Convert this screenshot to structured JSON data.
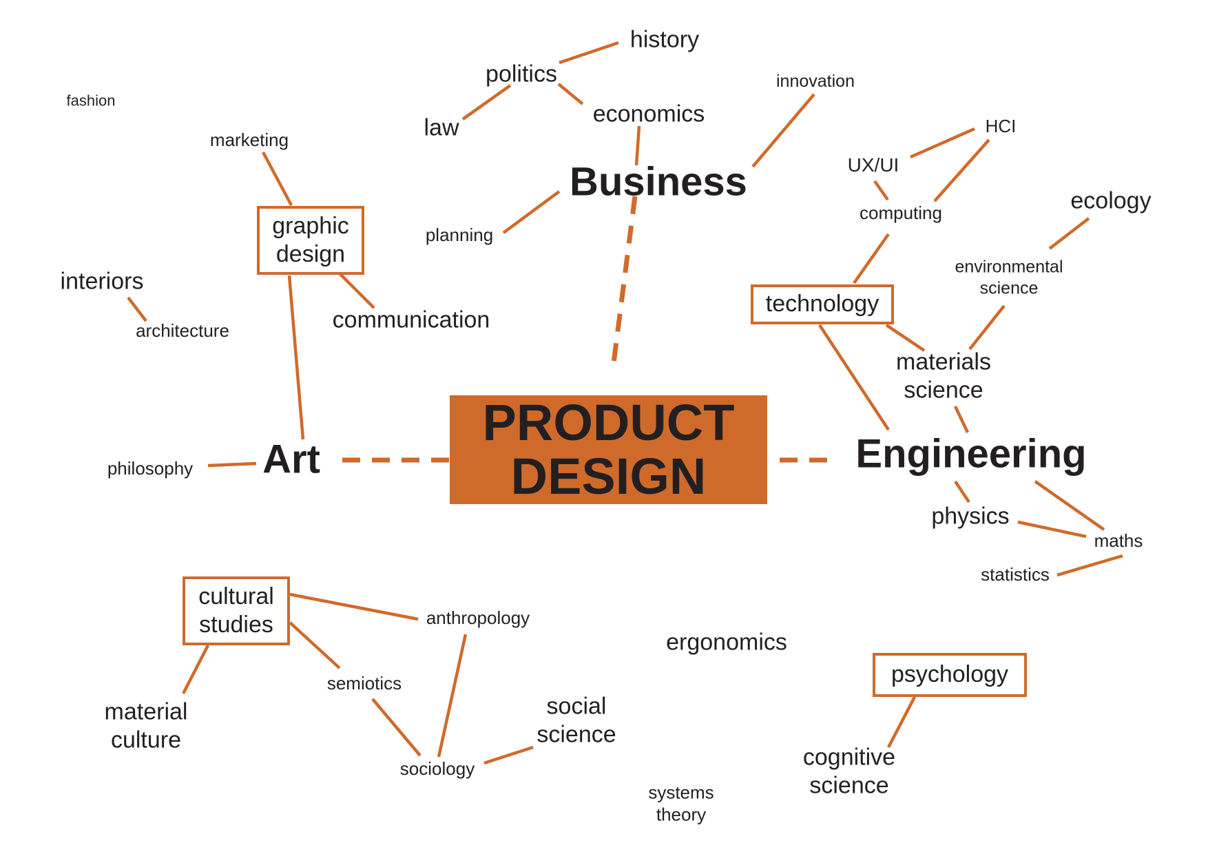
{
  "diagram": {
    "center": "PRODUCT\nDESIGN",
    "accent_color": "#d06a2a",
    "text_color": "#231f20",
    "nodes": [
      {
        "id": "art",
        "text": "Art",
        "kind": "major"
      },
      {
        "id": "business",
        "text": "Business",
        "kind": "major"
      },
      {
        "id": "engineering",
        "text": "Engineering",
        "kind": "major"
      },
      {
        "id": "history",
        "text": "history",
        "kind": "plain"
      },
      {
        "id": "politics",
        "text": "politics",
        "kind": "plain"
      },
      {
        "id": "law",
        "text": "law",
        "kind": "plain"
      },
      {
        "id": "economics",
        "text": "economics",
        "kind": "plain"
      },
      {
        "id": "innovation",
        "text": "innovation",
        "kind": "plain"
      },
      {
        "id": "planning",
        "text": "planning",
        "kind": "plain"
      },
      {
        "id": "fashion",
        "text": "fashion",
        "kind": "plain"
      },
      {
        "id": "marketing",
        "text": "marketing",
        "kind": "plain"
      },
      {
        "id": "graphic_design",
        "text": "graphic\ndesign",
        "kind": "boxed"
      },
      {
        "id": "interiors",
        "text": "interiors",
        "kind": "plain"
      },
      {
        "id": "architecture",
        "text": "architecture",
        "kind": "plain"
      },
      {
        "id": "communication",
        "text": "communication",
        "kind": "plain"
      },
      {
        "id": "philosophy",
        "text": "philosophy",
        "kind": "plain"
      },
      {
        "id": "hci",
        "text": "HCI",
        "kind": "plain"
      },
      {
        "id": "uxui",
        "text": "UX/UI",
        "kind": "plain"
      },
      {
        "id": "computing",
        "text": "computing",
        "kind": "plain"
      },
      {
        "id": "ecology",
        "text": "ecology",
        "kind": "plain"
      },
      {
        "id": "environmental_science",
        "text": "environmental\nscience",
        "kind": "plain"
      },
      {
        "id": "technology",
        "text": "technology",
        "kind": "boxed"
      },
      {
        "id": "materials_science",
        "text": "materials\nscience",
        "kind": "plain"
      },
      {
        "id": "physics",
        "text": "physics",
        "kind": "plain"
      },
      {
        "id": "maths",
        "text": "maths",
        "kind": "plain"
      },
      {
        "id": "statistics",
        "text": "statistics",
        "kind": "plain"
      },
      {
        "id": "cultural_studies",
        "text": "cultural\nstudies",
        "kind": "boxed"
      },
      {
        "id": "anthropology",
        "text": "anthropology",
        "kind": "plain"
      },
      {
        "id": "semiotics",
        "text": "semiotics",
        "kind": "plain"
      },
      {
        "id": "sociology",
        "text": "sociology",
        "kind": "plain"
      },
      {
        "id": "social_science",
        "text": "social\nscience",
        "kind": "plain"
      },
      {
        "id": "material_culture",
        "text": "material\nculture",
        "kind": "plain"
      },
      {
        "id": "ergonomics",
        "text": "ergonomics",
        "kind": "plain"
      },
      {
        "id": "systems_theory",
        "text": "systems\ntheory",
        "kind": "plain"
      },
      {
        "id": "psychology",
        "text": "psychology",
        "kind": "boxed"
      },
      {
        "id": "cognitive_science",
        "text": "cognitive\nscience",
        "kind": "plain"
      }
    ],
    "links": [
      {
        "from": "center",
        "to": "art",
        "style": "dashed"
      },
      {
        "from": "center",
        "to": "business",
        "style": "dashed"
      },
      {
        "from": "center",
        "to": "engineering",
        "style": "dashed"
      },
      {
        "from": "politics",
        "to": "history",
        "style": "solid"
      },
      {
        "from": "politics",
        "to": "law",
        "style": "solid"
      },
      {
        "from": "politics",
        "to": "economics",
        "style": "solid"
      },
      {
        "from": "economics",
        "to": "business",
        "style": "solid"
      },
      {
        "from": "business",
        "to": "innovation",
        "style": "solid"
      },
      {
        "from": "business",
        "to": "planning",
        "style": "solid"
      },
      {
        "from": "marketing",
        "to": "graphic_design",
        "style": "solid"
      },
      {
        "from": "graphic_design",
        "to": "communication",
        "style": "solid"
      },
      {
        "from": "graphic_design",
        "to": "art",
        "style": "solid"
      },
      {
        "from": "interiors",
        "to": "architecture",
        "style": "solid"
      },
      {
        "from": "philosophy",
        "to": "art",
        "style": "solid"
      },
      {
        "from": "uxui",
        "to": "hci",
        "style": "solid"
      },
      {
        "from": "hci",
        "to": "computing",
        "style": "solid"
      },
      {
        "from": "uxui",
        "to": "computing",
        "style": "solid"
      },
      {
        "from": "computing",
        "to": "technology",
        "style": "solid"
      },
      {
        "from": "ecology",
        "to": "environmental_science",
        "style": "solid"
      },
      {
        "from": "environmental_science",
        "to": "materials_science",
        "style": "solid"
      },
      {
        "from": "technology",
        "to": "materials_science",
        "style": "solid"
      },
      {
        "from": "technology",
        "to": "engineering",
        "style": "solid"
      },
      {
        "from": "materials_science",
        "to": "engineering",
        "style": "solid"
      },
      {
        "from": "engineering",
        "to": "physics",
        "style": "solid"
      },
      {
        "from": "engineering",
        "to": "maths",
        "style": "solid"
      },
      {
        "from": "physics",
        "to": "maths",
        "style": "solid"
      },
      {
        "from": "maths",
        "to": "statistics",
        "style": "solid"
      },
      {
        "from": "cultural_studies",
        "to": "anthropology",
        "style": "solid"
      },
      {
        "from": "cultural_studies",
        "to": "semiotics",
        "style": "solid"
      },
      {
        "from": "cultural_studies",
        "to": "material_culture",
        "style": "solid"
      },
      {
        "from": "semiotics",
        "to": "sociology",
        "style": "solid"
      },
      {
        "from": "anthropology",
        "to": "sociology",
        "style": "solid"
      },
      {
        "from": "sociology",
        "to": "social_science",
        "style": "solid"
      },
      {
        "from": "psychology",
        "to": "cognitive_science",
        "style": "solid"
      }
    ]
  }
}
